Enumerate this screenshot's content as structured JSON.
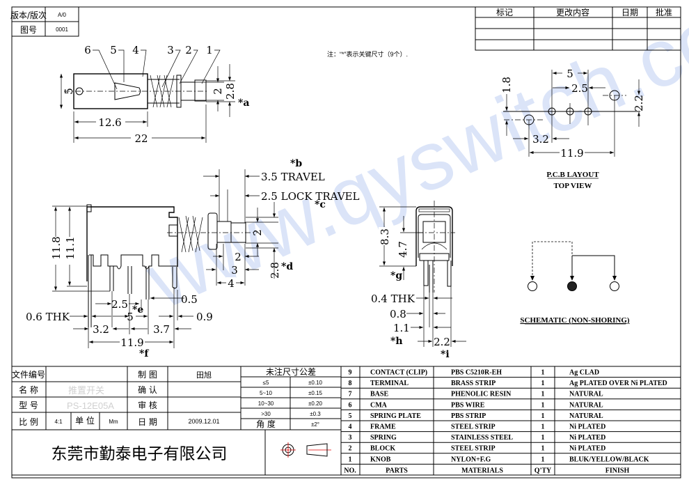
{
  "header": {
    "version_label": "版本/版次",
    "version_value": "A/0",
    "drawing_no_label": "图号",
    "drawing_no_value": "0001"
  },
  "revision_table": {
    "columns": [
      "标记",
      "更改内容",
      "日期",
      "批准"
    ]
  },
  "note": "注：“*”表示关键尺寸（9个）.",
  "watermark": "www.qyswitch.com",
  "top_view": {
    "balloons": [
      "6",
      "5",
      "4",
      "3",
      "2",
      "1"
    ],
    "dims": {
      "height": "5",
      "body_len": "12.6",
      "total_len": "22",
      "shaft": "2",
      "knob": "2.8",
      "key": "*a"
    }
  },
  "side_view": {
    "travel": "3.5  TRAVEL",
    "lock_travel": "2.5  LOCK  TRAVEL",
    "key_b": "*b",
    "key_c": "*c",
    "h1": "11.8",
    "h2": "11.1",
    "d2": "2",
    "d3": "3",
    "d4": "4",
    "shaft": "2",
    "knob": "2.8",
    "key_d": "*d",
    "thk": "0.6  THK",
    "p25": "2.5",
    "key_e": "*e",
    "p05": "0.5",
    "p5": "5",
    "p09": "0.9",
    "p32": "3.2",
    "p37": "3.7",
    "p119": "11.9",
    "key_f": "*f"
  },
  "front_view": {
    "h83": "8.3",
    "h47": "4.7",
    "key_g": "*g",
    "thk": "0.4  THK",
    "p08": "0.8",
    "p11": "1.1",
    "key_h": "*h",
    "p22": "2.2",
    "key_i": "*i"
  },
  "pcb_layout": {
    "d5": "5",
    "d25": "2.5",
    "d18": "1.8",
    "d22": "2.2",
    "d32": "3.2",
    "d119": "11.9",
    "title": "P.C.B LAYOUT",
    "subtitle": "TOP VIEW"
  },
  "schematic": {
    "title": "SCHEMATIC (NON-SHORING)"
  },
  "title_block": {
    "file_no_label": "文件编号",
    "file_no_value": "",
    "name_label": "名  称",
    "name_value": "推置开关",
    "model_label": "型  号",
    "model_value": "PS-12E05A",
    "scale_label": "比  例",
    "scale_value": "4:1",
    "unit_label": "单  位",
    "unit_value": "Mm",
    "drawn_label": "制  图",
    "drawn_value": "田旭",
    "confirm_label": "确  认",
    "confirm_value": "",
    "review_label": "审  核",
    "review_value": "",
    "date_label": "日  期",
    "date_value": "2009.12.01",
    "company": "东莞市勤泰电子有限公司"
  },
  "tolerance": {
    "title": "未注尺寸公差",
    "rows": [
      {
        "range": "≤5",
        "tol": "±0.10"
      },
      {
        "range": "5~10",
        "tol": "±0.15"
      },
      {
        "range": "10~30",
        "tol": "±0.20"
      },
      {
        "range": ">30",
        "tol": "±0.3"
      }
    ],
    "angle_label": "角  度",
    "angle_tol": "±2°"
  },
  "bom": {
    "headers": {
      "no": "NO.",
      "parts": "PARTS",
      "materials": "MATERIALS",
      "qty": "Q'TY",
      "finish": "FINISH"
    },
    "rows": [
      {
        "no": "9",
        "part": "CONTACT (CLIP)",
        "material": "PBS C5210R-EH",
        "qty": "1",
        "finish": "Ag CLAD"
      },
      {
        "no": "8",
        "part": "TERMINAL",
        "material": "BRASS STRIP",
        "qty": "1",
        "finish": "Ag PLATED OVER Ni PLATED"
      },
      {
        "no": "7",
        "part": "BASE",
        "material": "PHENOLIC RESIN",
        "qty": "1",
        "finish": "NATURAL"
      },
      {
        "no": "6",
        "part": "CMA",
        "material": "PBS WIRE",
        "qty": "1",
        "finish": "NATURAL"
      },
      {
        "no": "5",
        "part": "SPRING PLATE",
        "material": "PBS STRIP",
        "qty": "1",
        "finish": "NATURAL"
      },
      {
        "no": "4",
        "part": "FRAME",
        "material": "STEEL STRIP",
        "qty": "1",
        "finish": "Ni PLATED"
      },
      {
        "no": "3",
        "part": "SPRING",
        "material": "STAINLESS STEEL",
        "qty": "1",
        "finish": "Ni PLATED"
      },
      {
        "no": "2",
        "part": "BLOCK",
        "material": "STEEL STRIP",
        "qty": "1",
        "finish": "Ni PLATED"
      },
      {
        "no": "1",
        "part": "KNOB",
        "material": "NYLON+F.G",
        "qty": "1",
        "finish": "BLUK/YELLOW/BLACK"
      }
    ]
  },
  "colors": {
    "line": "#000000",
    "watermark": "#cfdcf6",
    "symbol_red": "#e00000"
  }
}
